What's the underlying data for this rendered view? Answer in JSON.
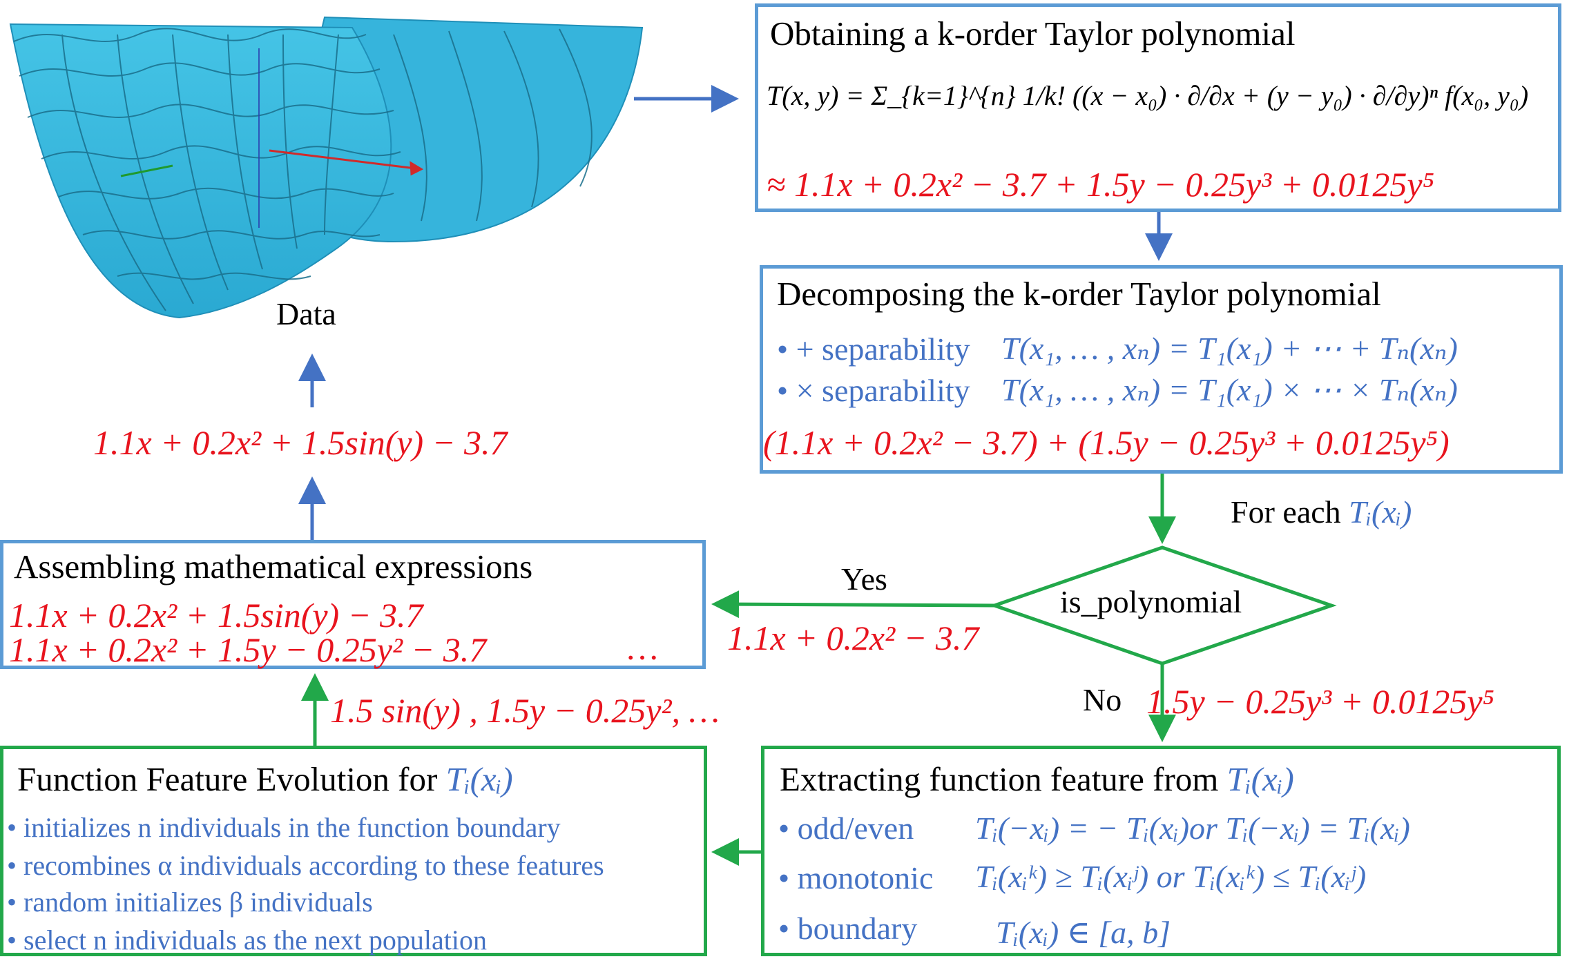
{
  "data_label": "Data",
  "taylor_box": {
    "title": "Obtaining a k-order Taylor polynomial",
    "formula": "T(x, y) = Σ_{k=1}^{n} 1/k! ((x − x₀) · ∂/∂x + (y − y₀) · ∂/∂y)ⁿ f(x₀, y₀)",
    "approx": "≈ 1.1x + 0.2x² − 3.7 + 1.5y − 0.25y³ + 0.0125y⁵"
  },
  "decompose_box": {
    "title": "Decomposing the k-order Taylor polynomial",
    "plus_label": "• + separability",
    "plus_formula": "T(x₁, … , xₙ) = T₁(x₁) + ⋯ + Tₙ(xₙ)",
    "times_label": "• × separability",
    "times_formula": "T(x₁, … , xₙ) = T₁(x₁) × ⋯ × Tₙ(xₙ)",
    "result": "(1.1x + 0.2x² − 3.7) + (1.5y − 0.25y³ + 0.0125y⁵)"
  },
  "for_each": {
    "text": "For each",
    "term": "Tᵢ(xᵢ)"
  },
  "decision": "is_polynomial",
  "yes_label": "Yes",
  "yes_expr": "1.1x + 0.2x² − 3.7",
  "no_label": "No",
  "no_expr": "1.5y − 0.25y³ + 0.0125y⁵",
  "data_expr": "1.1x + 0.2x² + 1.5sin(y) − 3.7",
  "assemble_box": {
    "title": "Assembling mathematical expressions",
    "line1": "1.1x + 0.2x² + 1.5sin(y) − 3.7",
    "line2": "1.1x + 0.2x² + 1.5y − 0.25y² − 3.7",
    "ellipsis": "…"
  },
  "features_expr": "1.5 sin(y) , 1.5y − 0.25y², …",
  "evolution_box": {
    "title": "Function Feature Evolution for",
    "term": "Tᵢ(xᵢ)",
    "items": [
      "• initializes n individuals in the function boundary",
      "• recombines α individuals according to these features",
      "• random initializes β individuals",
      "• select n individuals as the next population"
    ]
  },
  "extract_box": {
    "title": "Extracting function feature from",
    "term": "Tᵢ(xᵢ)",
    "rows": [
      {
        "label": "• odd/even",
        "formula": "Tᵢ(−xᵢ) = − Tᵢ(xᵢ)or Tᵢ(−xᵢ) = Tᵢ(xᵢ)"
      },
      {
        "label": "• monotonic",
        "formula": "Tᵢ(xᵢᵏ) ≥ Tᵢ(xᵢʲ)  or Tᵢ(xᵢᵏ) ≤ Tᵢ(xᵢʲ)"
      },
      {
        "label": "• boundary",
        "formula": "Tᵢ(xᵢ) ∈ [a, b]"
      }
    ]
  },
  "colors": {
    "blue_border": "#5b9bd5",
    "green_border": "#22a84a",
    "red_text": "#e8141e",
    "blue_text": "#4472c4",
    "surface": "#3fbfe0"
  }
}
